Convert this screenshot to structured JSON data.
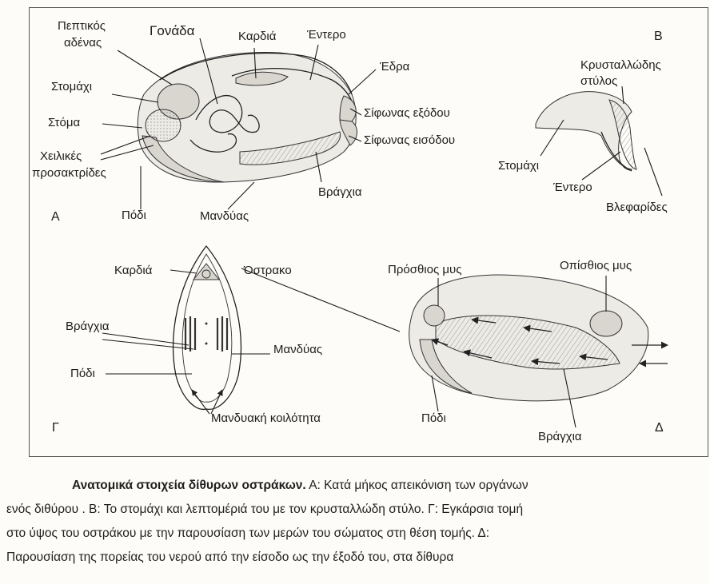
{
  "panelA": {
    "letter": "A",
    "pepticGland": [
      "Πεπτικός",
      "αδένας"
    ],
    "gonad": "Γονάδα",
    "heart": "Καρδιά",
    "intestine": "Έντερο",
    "anus": "Έδρα",
    "stomach": "Στομάχι",
    "mouth": "Στόμα",
    "labialPalps": [
      "Χειλικές",
      "προσακτρίδες"
    ],
    "exhalantSiphon": "Σίφωνας εξόδου",
    "inhalantSiphon": "Σίφωνας εισόδου",
    "foot": "Πόδι",
    "mantle": "Μανδύας",
    "gill": "Βράγχια"
  },
  "panelB": {
    "letter": "B",
    "crystallineStyle": [
      "Κρυσταλλώδης",
      "στύλος"
    ],
    "stomach": "Στομάχι",
    "intestine": "Έντερο",
    "cilia": "Βλεφαρίδες"
  },
  "panelG": {
    "letter": "Γ",
    "heart": "Καρδιά",
    "shell": "Όστρακο",
    "gill": "Βράγχια",
    "mantle": "Μανδύας",
    "foot": "Πόδι",
    "mantleCavity": "Μανδυακή κοιλότητα"
  },
  "panelD": {
    "letter": "Δ",
    "anteriorMuscle": "Πρόσθιος μυς",
    "posteriorMuscle": "Οπίσθιος μυς",
    "foot": "Πόδι",
    "gill": "Βράγχια"
  },
  "caption": {
    "title": "Ανατομικά στοιχεία δίθυρων οστράκων.",
    "line1": "Α: Κατά μήκος απεικόνιση των οργάνων",
    "line2": "ενός διθύρου . Β: Το στομάχι και λεπτομέριά του με τον κρυσταλλώδη στύλο. Γ: Εγκάρσια τομή",
    "line3": "στο ύψος του οστράκου με την παρουσίαση των μερών του σώματος στη θέση τομής. Δ:",
    "line4": "Παρουσίαση της πορείας του νερού από την είσοδο ως την έξοδό του, στα δίθυρα"
  }
}
